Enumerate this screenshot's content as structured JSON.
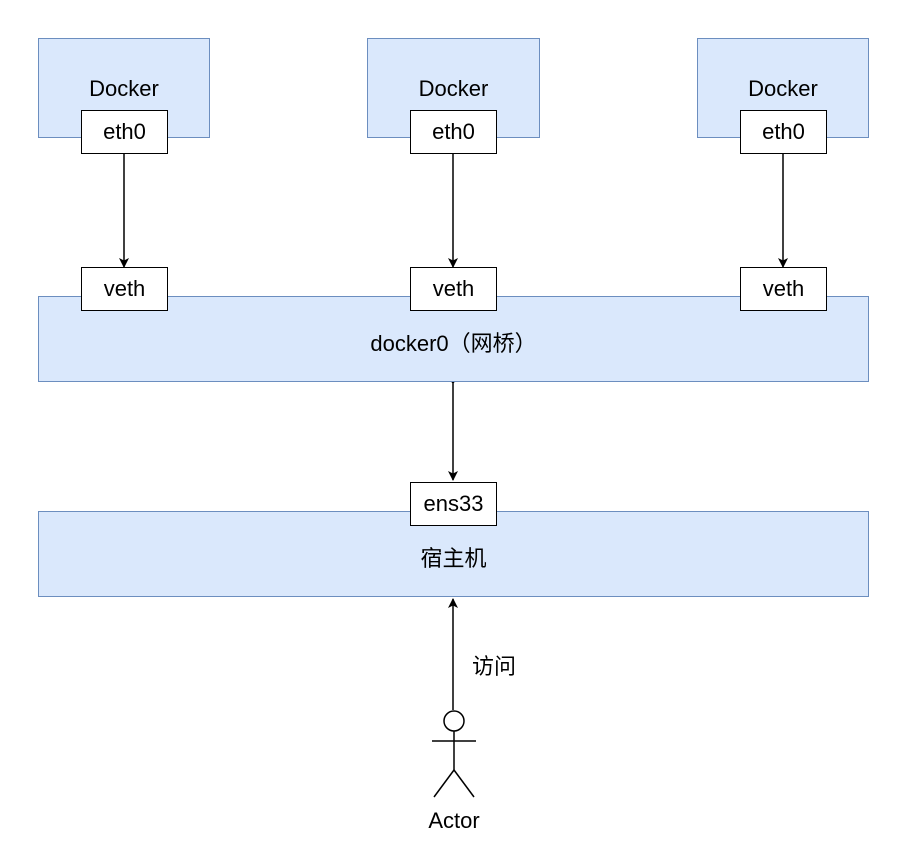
{
  "colors": {
    "container_fill": "#dae8fc",
    "container_stroke": "#6c8ebf",
    "line": "#000000"
  },
  "containers": [
    {
      "title": "Docker",
      "port": "eth0"
    },
    {
      "title": "Docker",
      "port": "eth0"
    },
    {
      "title": "Docker",
      "port": "eth0"
    }
  ],
  "bridge": {
    "label": "docker0（网桥）",
    "ports": [
      "veth",
      "veth",
      "veth"
    ]
  },
  "host": {
    "label": "宿主机",
    "port": "ens33"
  },
  "access_label": "访问",
  "actor": {
    "label": "Actor",
    "icon": "stick-figure-icon"
  }
}
